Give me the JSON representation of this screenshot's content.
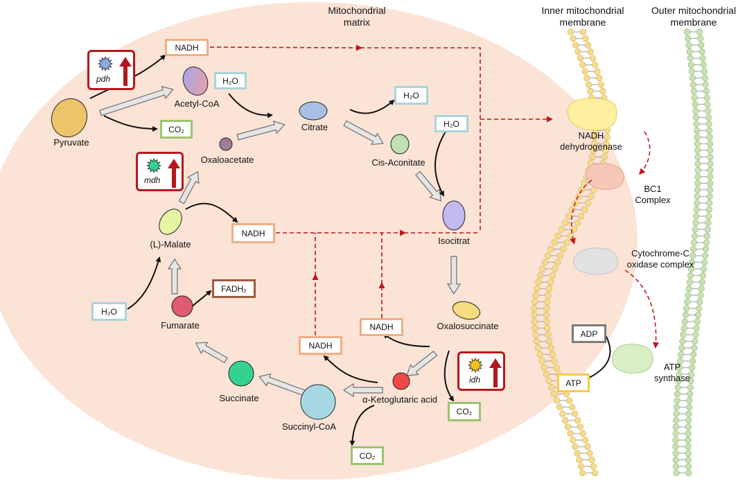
{
  "headers": {
    "matrix": [
      "Mitochondrial",
      "matrix"
    ],
    "inner": [
      "Inner mitochondrial",
      "membrane"
    ],
    "outer": [
      "Outer mitochondrial",
      "membrane"
    ]
  },
  "metabolites": {
    "pyruvate": "Pyruvate",
    "acetyl_coa": "Acetyl-CoA",
    "oxaloacetate": "Oxaloacetate",
    "citrate": "Citrate",
    "cis_aconitate": "Cis-Aconitate",
    "isocitrat": "Isocitrat",
    "oxalosuccinate": "Oxalosuccinate",
    "alpha_kg": "α-Ketoglutaric acid",
    "succinyl_coa": "Succinyl-CoA",
    "succinate": "Succinate",
    "fumarate": "Fumarate",
    "malate": "(L)-Malate"
  },
  "molecule_boxes": {
    "nadh": "NADH",
    "h2o": "H₂O",
    "co2": "CO₂",
    "fadh2": "FADH₂",
    "adp": "ADP",
    "atp": "ATP"
  },
  "genes": {
    "pdh": "pdh",
    "mdh": "mdh",
    "idh": "idh"
  },
  "complexes": {
    "nadh_dh": [
      "NADH",
      "dehydrogenase"
    ],
    "bc1": [
      "BC1",
      "Complex"
    ],
    "cyt_c": [
      "Cytochrome-C",
      "oxidase complex"
    ],
    "atp_synthase": [
      "ATP",
      "synthase"
    ]
  },
  "colors": {
    "matrix_fill": "#fbe3d6",
    "dashed_arrow": "#c0151c",
    "gene_border": "#b5181c",
    "inner_membrane_head": "#f6dc8a",
    "outer_membrane_head": "#c8e2b2",
    "nadh_box": "#f0ae86",
    "h2o_box": "#a9d4dc",
    "co2_box": "#9cc46e",
    "fadh2_box": "#9e5a3e",
    "adp_box": "#7a7a7a",
    "atp_box": "#f4cc4a",
    "pyruvate": "#ecc46a",
    "citrate": "#a9bfe6",
    "cis_aconitate": "#bfe0b0",
    "isocitrat": "#c4b8f0",
    "oxalosuccinate": "#f6dc7e",
    "alpha_kg": "#f04848",
    "succinyl_coa": "#a6d8e4",
    "succinate": "#34d28e",
    "fumarate": "#e05a70",
    "malate": "#e6f4a4",
    "oxaloacetate": "#a27b96"
  },
  "icons": {
    "gene_burst": "burst-icon",
    "gene_up": "red-up-arrow-icon",
    "gray_arrow": "gray-block-arrow",
    "black_arrow": "curved-black-arrow",
    "dashed_arrow": "red-dashed-arrow"
  }
}
